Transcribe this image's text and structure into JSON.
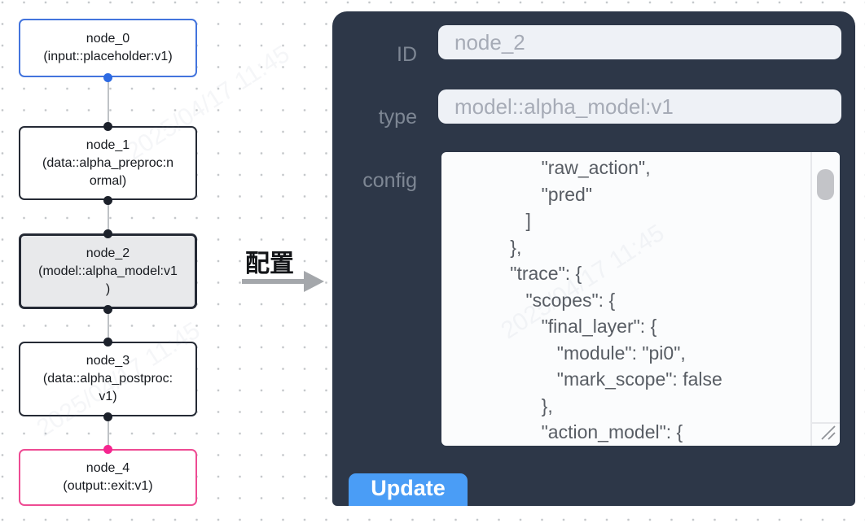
{
  "pipeline": {
    "nodes": [
      {
        "id": "node_0",
        "lines": [
          "node_0",
          "(input::placeholder:v1)"
        ]
      },
      {
        "id": "node_1",
        "lines": [
          "node_1",
          "(data::alpha_preproc:n",
          "ormal)"
        ]
      },
      {
        "id": "node_2",
        "lines": [
          "node_2",
          "(model::alpha_model:v1",
          ")"
        ]
      },
      {
        "id": "node_3",
        "lines": [
          "node_3",
          "(data::alpha_postproc:",
          "v1)"
        ]
      },
      {
        "id": "node_4",
        "lines": [
          "node_4",
          "(output::exit:v1)"
        ]
      }
    ]
  },
  "transition": {
    "label": "配置"
  },
  "config_panel": {
    "id_label": "ID",
    "id_value": "node_2",
    "type_label": "type",
    "type_value": "model::alpha_model:v1",
    "config_label": "config",
    "config_text": "                 \"raw_action\",\n                 \"pred\"\n              ]\n           },\n           \"trace\": {\n              \"scopes\": {\n                 \"final_layer\": {\n                    \"module\": \"pi0\",\n                    \"mark_scope\": false\n                 },\n                 \"action_model\": {",
    "update_label": "Update"
  },
  "colors": {
    "panel_bg": "#2d3748",
    "button_blue": "#4a9df6",
    "input_node_border": "#4374dd",
    "output_node_border": "#ee4b93",
    "selected_node_bg": "#e8e9eb",
    "port_black": "#1c212b",
    "port_blue": "#2d6ae3",
    "port_pink": "#f5258f"
  },
  "watermark": "2025/04/17 11:45"
}
